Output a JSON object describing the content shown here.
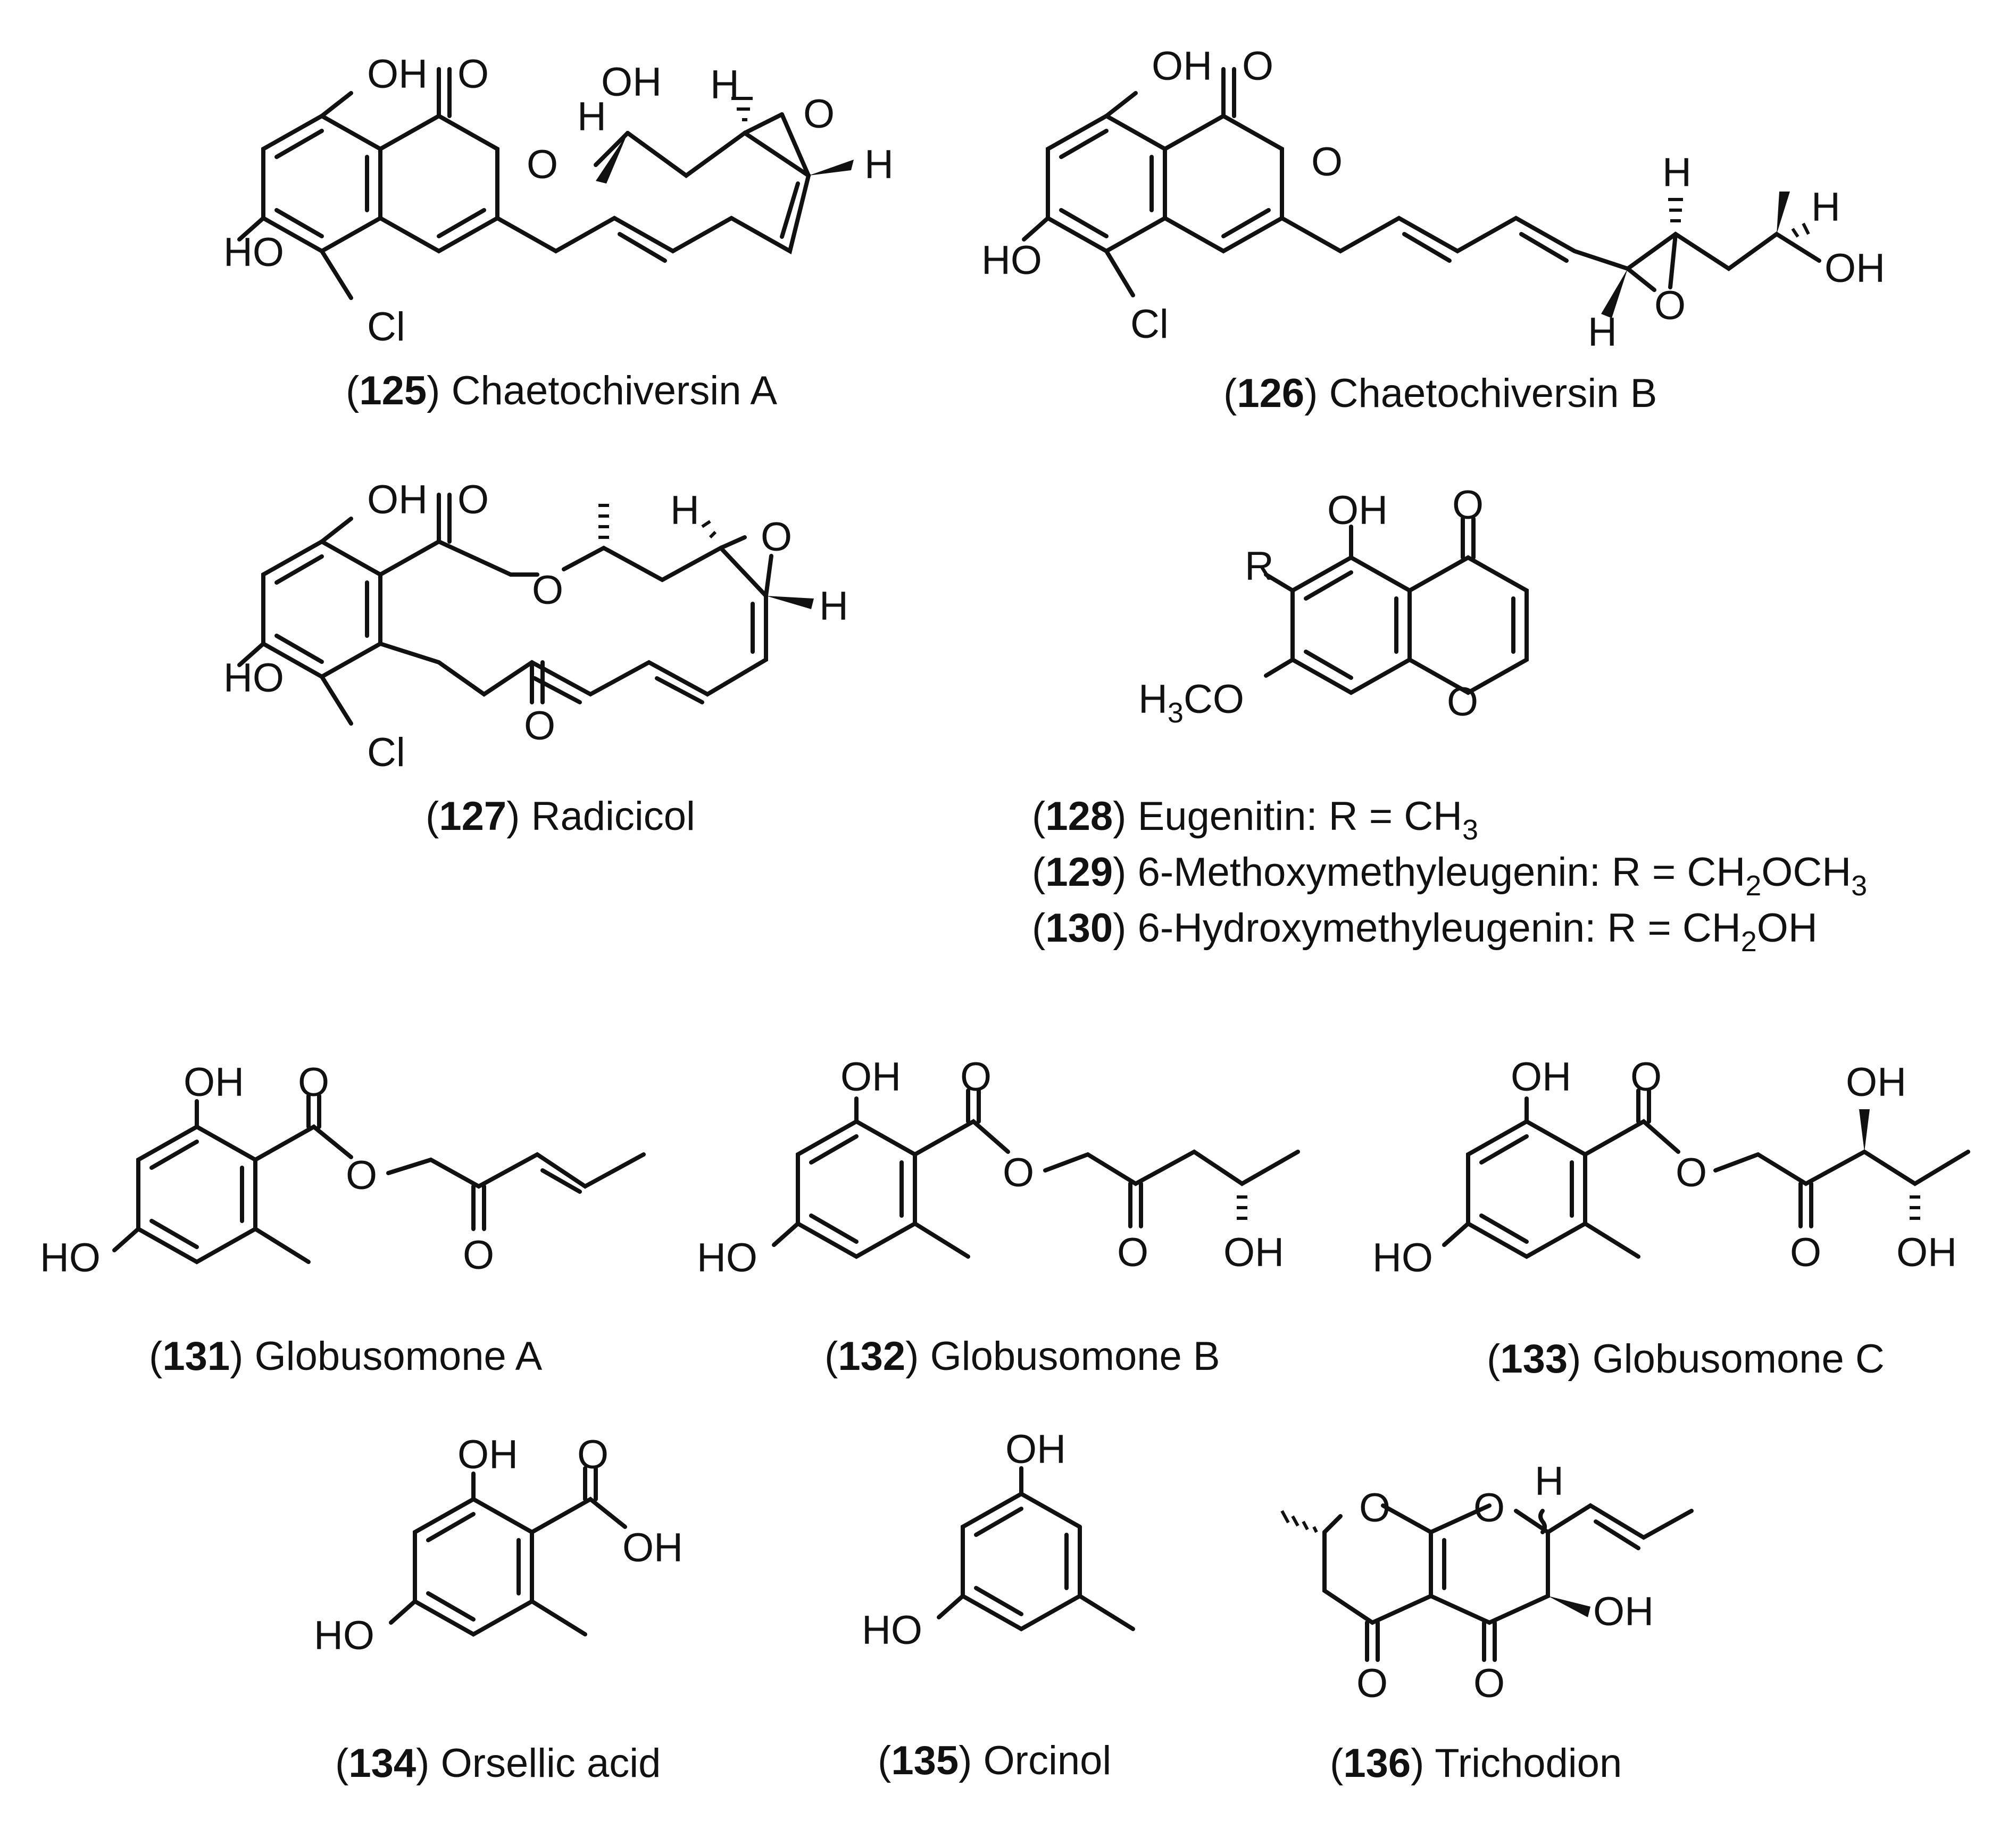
{
  "compounds": [
    {
      "number": "125",
      "name": "Chaetochiversin A"
    },
    {
      "number": "126",
      "name": "Chaetochiversin B"
    },
    {
      "number": "127",
      "name": "Radicicol"
    },
    {
      "number": "128",
      "name": "Eugenitin: R = CH",
      "sub": "3",
      "tail": ""
    },
    {
      "number": "129",
      "name": "6-Methoxymethyleugenin: R = CH",
      "sub": "2",
      "tail": "OCH",
      "sub2": "3"
    },
    {
      "number": "130",
      "name": "6-Hydroxymethyleugenin: R = CH",
      "sub": "2",
      "tail": "OH"
    },
    {
      "number": "131",
      "name": "Globusomone A"
    },
    {
      "number": "132",
      "name": "Globusomone B"
    },
    {
      "number": "133",
      "name": "Globusomone C"
    },
    {
      "number": "134",
      "name": "Orsellic acid"
    },
    {
      "number": "135",
      "name": "Orcinol"
    },
    {
      "number": "136",
      "name": "Trichodion"
    }
  ],
  "atoms": {
    "oh": "OH",
    "ho": "HO",
    "o": "O",
    "cl": "Cl",
    "h": "H",
    "r": "R",
    "h3c": "H",
    "three": "3",
    "co": "CO"
  }
}
